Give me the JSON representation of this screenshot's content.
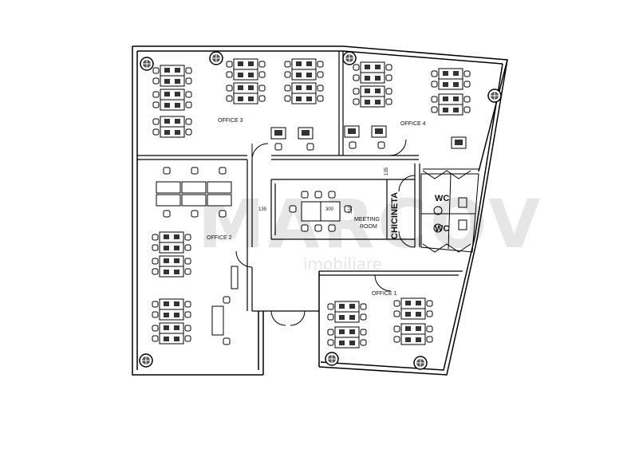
{
  "watermark": {
    "brand": "MARCOV",
    "subtitle": "imobiliare"
  },
  "rooms": {
    "office1": "OFFICE 1",
    "office2": "OFFICE 2",
    "office3": "OFFICE 3",
    "office4": "OFFICE 4",
    "meeting_line1": "MEETING",
    "meeting_line2": "ROOM",
    "kitchen": "CHICINETA",
    "wc_top": "WC",
    "wc_bottom": "WC"
  },
  "dimensions": {
    "dim_135_top": "135",
    "dim_135_left": "135",
    "dim_310": "310",
    "dim_300": "300"
  }
}
